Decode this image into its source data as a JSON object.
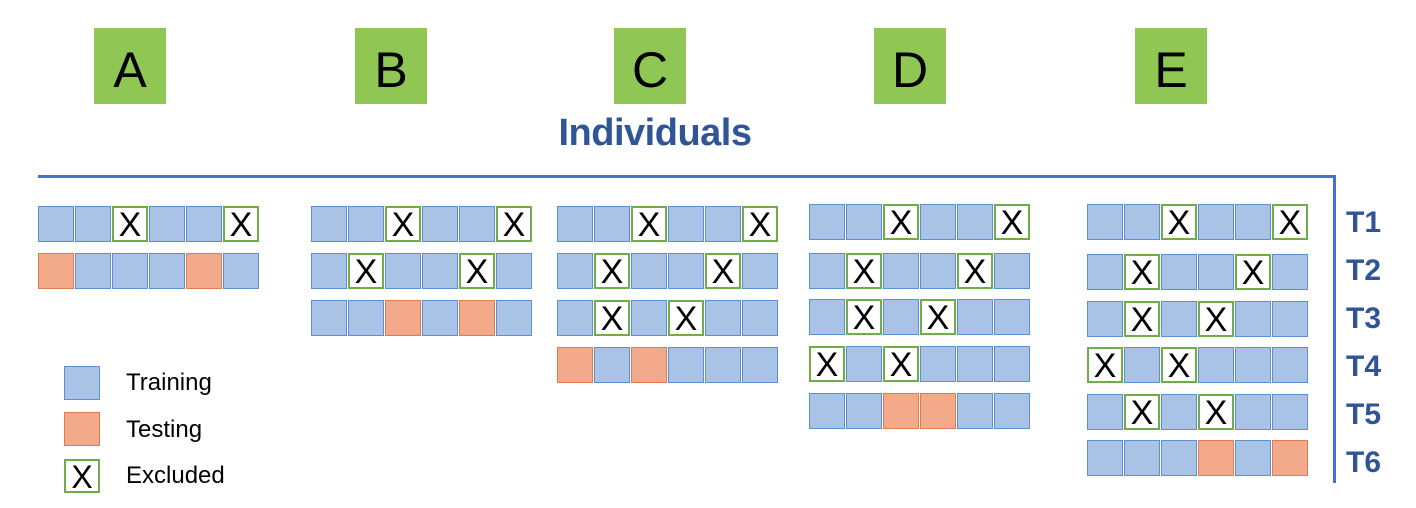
{
  "panels": [
    {
      "label": "A",
      "rows": [
        [
          "T",
          "T",
          "X",
          "T",
          "T",
          "X"
        ],
        [
          "S",
          "T",
          "T",
          "T",
          "S",
          "T"
        ]
      ]
    },
    {
      "label": "B",
      "rows": [
        [
          "T",
          "T",
          "X",
          "T",
          "T",
          "X"
        ],
        [
          "T",
          "X",
          "T",
          "T",
          "X",
          "T"
        ],
        [
          "T",
          "T",
          "S",
          "T",
          "S",
          "T"
        ]
      ]
    },
    {
      "label": "C",
      "rows": [
        [
          "T",
          "T",
          "X",
          "T",
          "T",
          "X"
        ],
        [
          "T",
          "X",
          "T",
          "T",
          "X",
          "T"
        ],
        [
          "T",
          "X",
          "T",
          "X",
          "T",
          "T"
        ],
        [
          "S",
          "T",
          "S",
          "T",
          "T",
          "T"
        ]
      ]
    },
    {
      "label": "D",
      "rows": [
        [
          "T",
          "T",
          "X",
          "T",
          "T",
          "X"
        ],
        [
          "T",
          "X",
          "T",
          "T",
          "X",
          "T"
        ],
        [
          "T",
          "X",
          "T",
          "X",
          "T",
          "T"
        ],
        [
          "X",
          "T",
          "X",
          "T",
          "T",
          "T"
        ],
        [
          "T",
          "T",
          "S",
          "S",
          "T",
          "T"
        ]
      ]
    },
    {
      "label": "E",
      "rows": [
        [
          "T",
          "T",
          "X",
          "T",
          "T",
          "X"
        ],
        [
          "T",
          "X",
          "T",
          "T",
          "X",
          "T"
        ],
        [
          "T",
          "X",
          "T",
          "X",
          "T",
          "T"
        ],
        [
          "X",
          "T",
          "X",
          "T",
          "T",
          "T"
        ],
        [
          "T",
          "X",
          "T",
          "X",
          "T",
          "T"
        ],
        [
          "T",
          "T",
          "T",
          "S",
          "T",
          "S"
        ]
      ]
    }
  ],
  "cell_mark": "X",
  "heading": "Individuals",
  "time_labels": [
    "T1",
    "T2",
    "T3",
    "T4",
    "T5",
    "T6"
  ],
  "legend": {
    "training": "Training",
    "testing": "Testing",
    "excluded": "Excluded",
    "excluded_mark": "X"
  },
  "colors": {
    "training": "#a8c3e6",
    "testing": "#f2aa8a",
    "excluded_border": "#70ad47",
    "label_bg": "#8fc654",
    "accent": "#2f5597"
  }
}
